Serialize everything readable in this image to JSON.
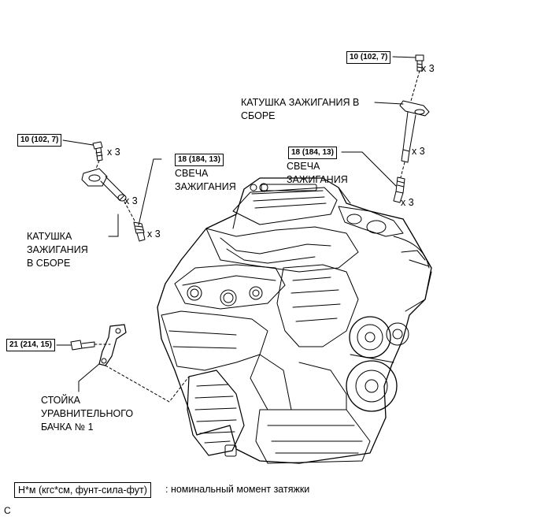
{
  "torques": {
    "coil_bolt_left": "10 (102, 7)",
    "coil_bolt_right": "10 (102, 7)",
    "plug_left": "18 (184, 13)",
    "plug_right": "18 (184, 13)",
    "stay": "21 (214, 15)"
  },
  "quantities": {
    "q1": "x 3",
    "q2": "x 3",
    "q3": "x 3",
    "q4": "x 3",
    "q5": "x 3",
    "q6": "x 3"
  },
  "labels": {
    "coil_right_l1": "КАТУШКА ЗАЖИГАНИЯ В",
    "coil_right_l2": "СБОРЕ",
    "plug_right_l1": "СВЕЧА",
    "plug_right_l2": "ЗАЖИГАНИЯ",
    "plug_left_l1": "СВЕЧА",
    "plug_left_l2": "ЗАЖИГАНИЯ",
    "coil_left_l1": "КАТУШКА",
    "coil_left_l2": "ЗАЖИГАНИЯ",
    "coil_left_l3": "В СБОРЕ",
    "stay_l1": "СТОЙКА",
    "stay_l2": "УРАВНИТЕЛЬНОГО",
    "stay_l3": "БАЧКА № 1"
  },
  "legend": {
    "unit": "Н*м (кгс*см, фунт-сила-фут)",
    "description": ": номинальный момент затяжки"
  },
  "ref_code": "C"
}
